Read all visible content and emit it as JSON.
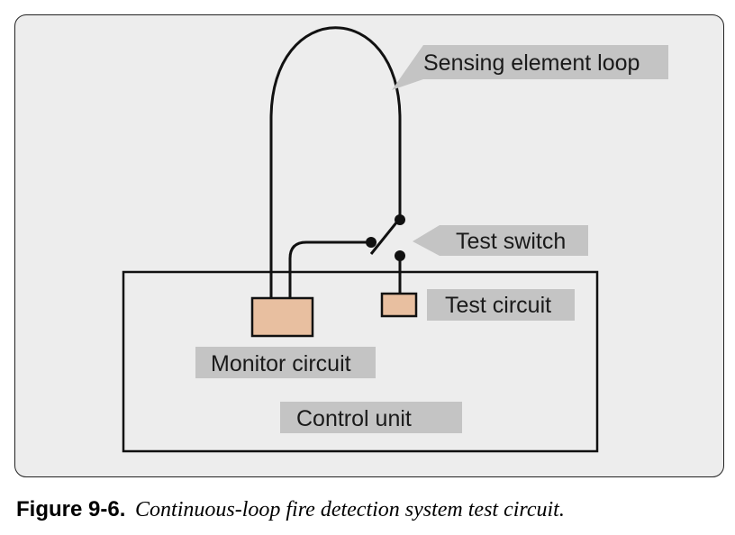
{
  "diagram": {
    "labels": {
      "sensing_element_loop": "Sensing element loop",
      "test_switch": "Test switch",
      "test_circuit": "Test circuit",
      "monitor_circuit": "Monitor circuit",
      "control_unit": "Control unit"
    },
    "colors": {
      "panel_background": "#ededed",
      "label_tag": "#c4c4c4",
      "circuit_box_fill": "#e8bfa0",
      "line": "#111111"
    }
  },
  "caption": {
    "number": "Figure 9-6.",
    "text": "Continuous-loop fire detection system test circuit."
  }
}
